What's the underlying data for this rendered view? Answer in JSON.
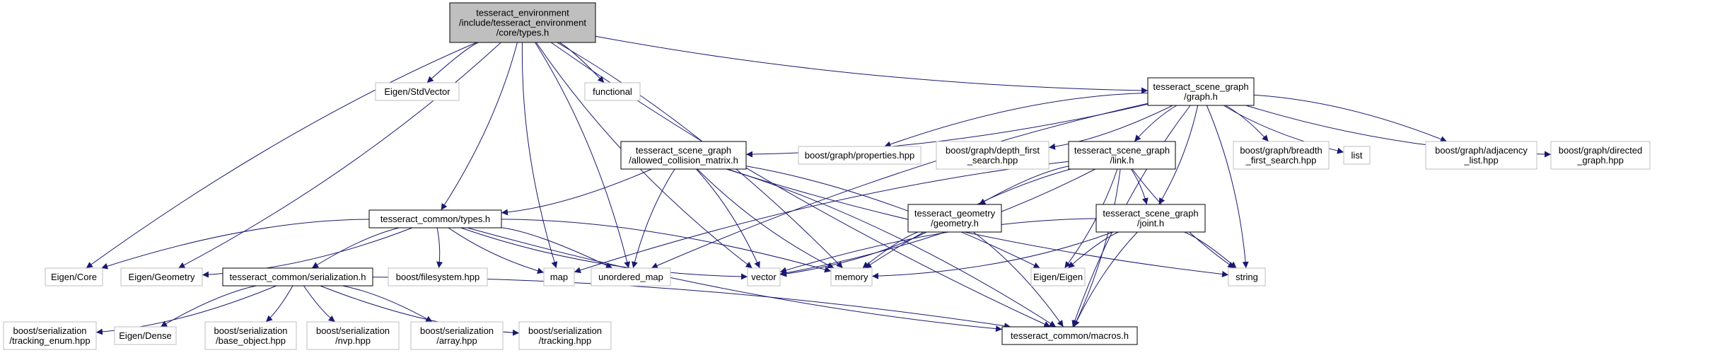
{
  "diagram": {
    "colors": {
      "edge": "#191970",
      "root_fill": "#bfbfbf",
      "project_border": "#000000",
      "external_border": "#bfbfbf",
      "external_text": "#404040"
    },
    "nodes": [
      {
        "id": "root",
        "lines": [
          "tesseract_environment",
          "/include/tesseract_environment",
          "/core/types.h"
        ],
        "kind": "root"
      },
      {
        "id": "stdvector",
        "lines": [
          "Eigen/StdVector"
        ],
        "kind": "external"
      },
      {
        "id": "functional",
        "lines": [
          "functional"
        ],
        "kind": "external"
      },
      {
        "id": "graph",
        "lines": [
          "tesseract_scene_graph",
          "/graph.h"
        ],
        "kind": "project"
      },
      {
        "id": "acm",
        "lines": [
          "tesseract_scene_graph",
          "/allowed_collision_matrix.h"
        ],
        "kind": "project"
      },
      {
        "id": "props",
        "lines": [
          "boost/graph/properties.hpp"
        ],
        "kind": "external"
      },
      {
        "id": "dfs",
        "lines": [
          "boost/graph/depth_first",
          "_search.hpp"
        ],
        "kind": "external"
      },
      {
        "id": "link",
        "lines": [
          "tesseract_scene_graph",
          "/link.h"
        ],
        "kind": "project"
      },
      {
        "id": "bfs",
        "lines": [
          "boost/graph/breadth",
          "_first_search.hpp"
        ],
        "kind": "external"
      },
      {
        "id": "list",
        "lines": [
          "list"
        ],
        "kind": "external"
      },
      {
        "id": "adj",
        "lines": [
          "boost/graph/adjacency",
          "_list.hpp"
        ],
        "kind": "external"
      },
      {
        "id": "directed",
        "lines": [
          "boost/graph/directed",
          "_graph.hpp"
        ],
        "kind": "external"
      },
      {
        "id": "ctypes",
        "lines": [
          "tesseract_common/types.h"
        ],
        "kind": "project"
      },
      {
        "id": "geometry",
        "lines": [
          "tesseract_geometry",
          "/geometry.h"
        ],
        "kind": "project"
      },
      {
        "id": "joint",
        "lines": [
          "tesseract_scene_graph",
          "/joint.h"
        ],
        "kind": "project"
      },
      {
        "id": "core",
        "lines": [
          "Eigen/Core"
        ],
        "kind": "external"
      },
      {
        "id": "egeom",
        "lines": [
          "Eigen/Geometry"
        ],
        "kind": "external"
      },
      {
        "id": "ser",
        "lines": [
          "tesseract_common/serialization.h"
        ],
        "kind": "project"
      },
      {
        "id": "fs",
        "lines": [
          "boost/filesystem.hpp"
        ],
        "kind": "external"
      },
      {
        "id": "map",
        "lines": [
          "map"
        ],
        "kind": "external"
      },
      {
        "id": "umap",
        "lines": [
          "unordered_map"
        ],
        "kind": "external"
      },
      {
        "id": "vector",
        "lines": [
          "vector"
        ],
        "kind": "external"
      },
      {
        "id": "memory",
        "lines": [
          "memory"
        ],
        "kind": "external"
      },
      {
        "id": "eigen",
        "lines": [
          "Eigen/Eigen"
        ],
        "kind": "external"
      },
      {
        "id": "string",
        "lines": [
          "string"
        ],
        "kind": "external"
      },
      {
        "id": "te",
        "lines": [
          "boost/serialization",
          "/tracking_enum.hpp"
        ],
        "kind": "external"
      },
      {
        "id": "dense",
        "lines": [
          "Eigen/Dense"
        ],
        "kind": "external"
      },
      {
        "id": "bo",
        "lines": [
          "boost/serialization",
          "/base_object.hpp"
        ],
        "kind": "external"
      },
      {
        "id": "nvp",
        "lines": [
          "boost/serialization",
          "/nvp.hpp"
        ],
        "kind": "external"
      },
      {
        "id": "arr",
        "lines": [
          "boost/serialization",
          "/array.hpp"
        ],
        "kind": "external"
      },
      {
        "id": "trk",
        "lines": [
          "boost/serialization",
          "/tracking.hpp"
        ],
        "kind": "external"
      },
      {
        "id": "macros",
        "lines": [
          "tesseract_common/macros.h"
        ],
        "kind": "project"
      }
    ],
    "edges": [
      [
        "root",
        "stdvector"
      ],
      [
        "root",
        "functional"
      ],
      [
        "root",
        "graph"
      ],
      [
        "root",
        "ctypes"
      ],
      [
        "root",
        "core"
      ],
      [
        "root",
        "egeom"
      ],
      [
        "root",
        "map"
      ],
      [
        "root",
        "umap"
      ],
      [
        "root",
        "vector"
      ],
      [
        "root",
        "memory"
      ],
      [
        "root",
        "macros"
      ],
      [
        "graph",
        "acm"
      ],
      [
        "graph",
        "props"
      ],
      [
        "graph",
        "dfs"
      ],
      [
        "graph",
        "link"
      ],
      [
        "graph",
        "bfs"
      ],
      [
        "graph",
        "list"
      ],
      [
        "graph",
        "adj"
      ],
      [
        "graph",
        "directed"
      ],
      [
        "graph",
        "joint"
      ],
      [
        "graph",
        "umap"
      ],
      [
        "graph",
        "string"
      ],
      [
        "graph",
        "macros"
      ],
      [
        "acm",
        "ctypes"
      ],
      [
        "acm",
        "umap"
      ],
      [
        "acm",
        "vector"
      ],
      [
        "acm",
        "memory"
      ],
      [
        "acm",
        "eigen"
      ],
      [
        "acm",
        "string"
      ],
      [
        "acm",
        "macros"
      ],
      [
        "link",
        "geometry"
      ],
      [
        "link",
        "joint"
      ],
      [
        "link",
        "map"
      ],
      [
        "link",
        "vector"
      ],
      [
        "link",
        "memory"
      ],
      [
        "link",
        "eigen"
      ],
      [
        "link",
        "string"
      ],
      [
        "link",
        "macros"
      ],
      [
        "ctypes",
        "core"
      ],
      [
        "ctypes",
        "egeom"
      ],
      [
        "ctypes",
        "ser"
      ],
      [
        "ctypes",
        "fs"
      ],
      [
        "ctypes",
        "map"
      ],
      [
        "ctypes",
        "umap"
      ],
      [
        "ctypes",
        "vector"
      ],
      [
        "ctypes",
        "memory"
      ],
      [
        "ctypes",
        "macros"
      ],
      [
        "geometry",
        "vector"
      ],
      [
        "geometry",
        "memory"
      ],
      [
        "geometry",
        "macros"
      ],
      [
        "joint",
        "vector"
      ],
      [
        "joint",
        "memory"
      ],
      [
        "joint",
        "eigen"
      ],
      [
        "joint",
        "string"
      ],
      [
        "joint",
        "macros"
      ],
      [
        "ser",
        "te"
      ],
      [
        "ser",
        "dense"
      ],
      [
        "ser",
        "bo"
      ],
      [
        "ser",
        "nvp"
      ],
      [
        "ser",
        "arr"
      ],
      [
        "ser",
        "trk"
      ],
      [
        "ser",
        "macros"
      ]
    ]
  }
}
